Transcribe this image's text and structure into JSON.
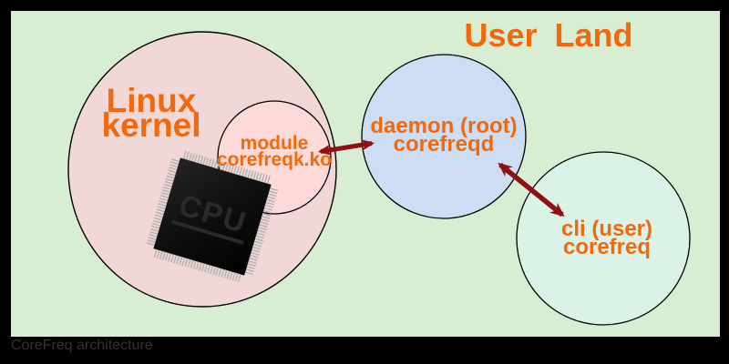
{
  "title": "User Land",
  "footer": "CoreFreq architecture",
  "nodes": {
    "kernel": {
      "line1": "Linux",
      "line2": "kernel"
    },
    "module": {
      "line1": "module",
      "line2": "corefreqk.ko"
    },
    "daemon": {
      "line1": "daemon (root)",
      "line2": "corefreqd"
    },
    "cli": {
      "line1": "cli (user)",
      "line2": "corefreq"
    }
  },
  "chip": {
    "label": "CPU"
  },
  "arrows": [
    {
      "name": "module-daemon-link",
      "from": "module",
      "to": "daemon",
      "bidirectional": true
    },
    {
      "name": "daemon-cli-link",
      "from": "daemon",
      "to": "cli",
      "bidirectional": true
    }
  ],
  "colors": {
    "frame": "#000000",
    "background": "#d8eed3",
    "kernel_fill": "#f1d7d5",
    "module_fill": "#fdd9d8",
    "daemon_fill": "#cdddf3",
    "cli_fill": "#daf3e6",
    "label_orange": "#f2690d",
    "arrow_red": "#8e1010",
    "footer_text": "#333333"
  }
}
